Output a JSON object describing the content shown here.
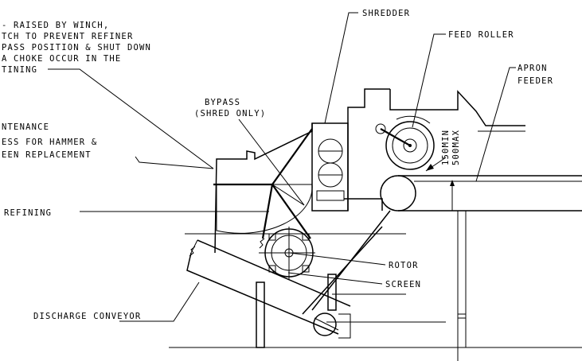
{
  "labels": {
    "winch_note": [
      "- RAISED BY WINCH,",
      "TCH TO PREVENT REFINER",
      "PASS POSITION & SHUT DOWN",
      "A CHOKE OCCUR IN THE",
      "TINING"
    ],
    "maintenance_note": [
      "NTENANCE",
      "ESS FOR HAMMER &",
      "EEN REPLACEMENT"
    ],
    "bypass": [
      "BYPASS",
      "(SHRED ONLY)"
    ],
    "shredder": "SHREDDER",
    "feed_roller": "FEED ROLLER",
    "apron_feeder": [
      "APRON",
      "FEEDER"
    ],
    "refining": "REFINING",
    "rotor": "ROTOR",
    "screen": "SCREEN",
    "discharge_conveyor": "DISCHARGE CONVEYOR",
    "gap_min": "150MIN",
    "gap_max": "500MAX"
  }
}
